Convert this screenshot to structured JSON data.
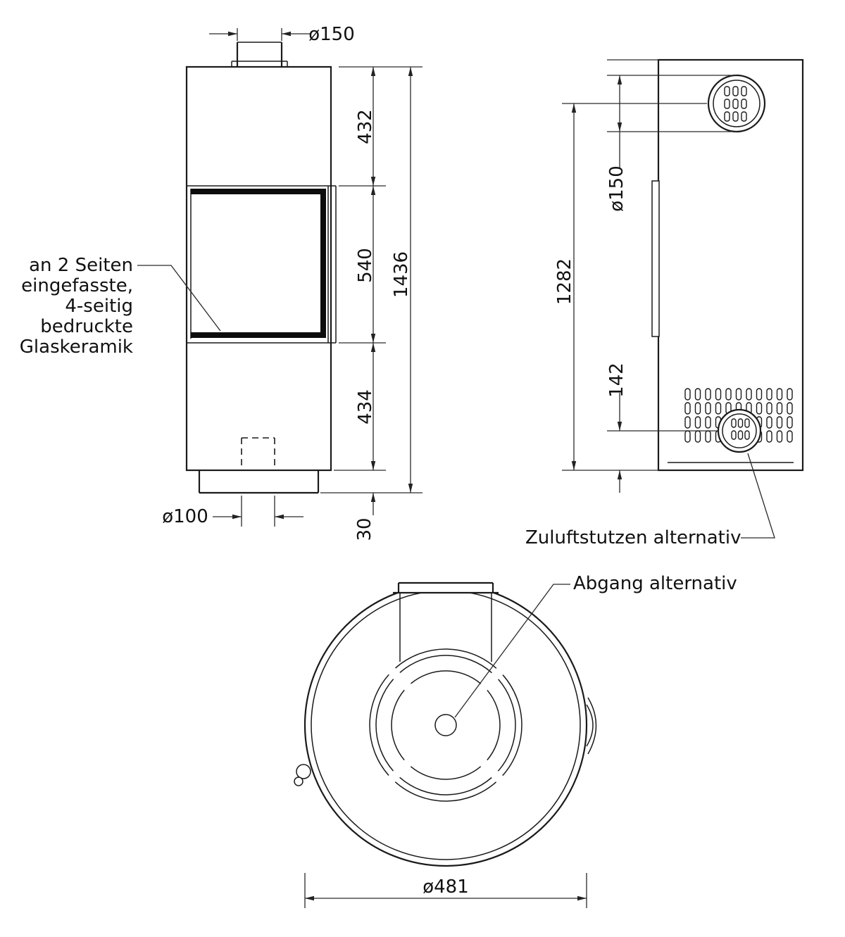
{
  "front_view": {
    "dim_pipe_diameter": "ø150",
    "dim_top_section": "432",
    "dim_glass_section": "540",
    "dim_total_height": "1436",
    "dim_bottom_section": "434",
    "dim_base_height": "30",
    "dim_floor_pipe_diameter": "ø100",
    "note_lines": [
      "an 2 Seiten",
      "eingefasste,",
      "4-seitig",
      "bedruckte",
      "Glaskeramik"
    ]
  },
  "side_view": {
    "dim_flue_diameter": "ø150",
    "dim_flue_center_height": "1282",
    "dim_inlet_center_height": "142",
    "label_air_inlet": "Zuluftstutzen alternativ"
  },
  "top_view": {
    "label_outlet": "Abgang alternativ",
    "dim_diameter": "ø481"
  }
}
